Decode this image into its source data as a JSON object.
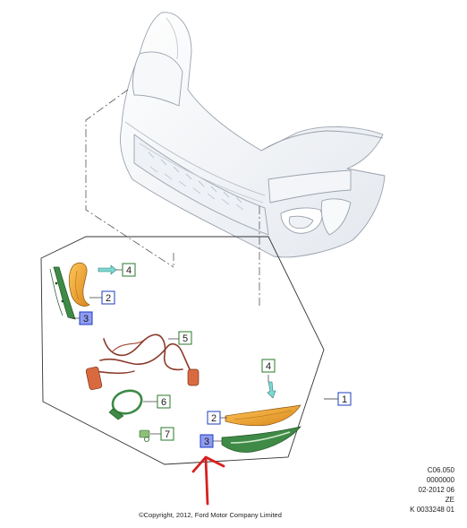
{
  "callouts": {
    "upper_cable_tie": "4",
    "upper_reflector_left": "2",
    "upper_bracket_highlighted": "3",
    "wiring_harness": "5",
    "lower_cable_tie": "4",
    "harness_clip": "6",
    "lower_reflector": "2",
    "connector": "7",
    "lower_bracket_highlighted": "3",
    "assembly": "1"
  },
  "reference": {
    "line1": "C06.050",
    "line2": "0000000",
    "line3": "02-2012 06",
    "line4": "ZE",
    "line5": "K 0033248 01"
  },
  "copyright": "©Copyright, 2012, Ford Motor Company Limited",
  "colors": {
    "callout_box_green": "#2a7a2a",
    "callout_box_blue": "#1e3cbe",
    "highlight_fill_blue": "#8f9cf2",
    "reflector_amber": "#f0a22a",
    "bracket_green": "#3e8a46",
    "harness_wire": "#8a3a2a",
    "harness_connector": "#d96a40",
    "annotation_arrow_red": "#d82020"
  }
}
